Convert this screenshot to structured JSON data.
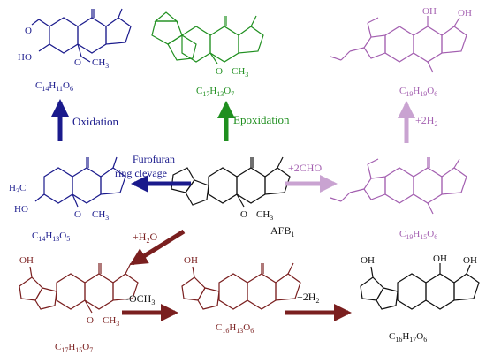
{
  "compounds": {
    "c14h11o6": {
      "formula": {
        "C": "C",
        "n1": "14",
        "H": "H",
        "n2": "11",
        "O": "O",
        "n3": "6"
      },
      "atoms": {
        "ald_o": "O",
        "ho": "HO",
        "ome": "O",
        "ch3": "CH",
        "ch3_n": "3"
      }
    },
    "c17h13o7": {
      "formula": {
        "C": "C",
        "n1": "17",
        "H": "H",
        "n2": "13",
        "O": "O",
        "n3": "7"
      },
      "atoms": {
        "ome": "O",
        "ch3": "CH",
        "ch3_n": "3"
      }
    },
    "c19h19o6": {
      "formula": {
        "C": "C",
        "n1": "19",
        "H": "H",
        "n2": "19",
        "O": "O",
        "n3": "6"
      },
      "atoms": {
        "oh1": "OH",
        "oh2": "OH"
      }
    },
    "c14h13o5": {
      "formula": {
        "C": "C",
        "n1": "14",
        "H": "H",
        "n2": "13",
        "O": "O",
        "n3": "5"
      },
      "atoms": {
        "h3c": "H",
        "h3c_n": "3",
        "h3c_c": "C",
        "ho": "HO",
        "ome": "O",
        "ch3": "CH",
        "ch3_n": "3"
      }
    },
    "afb1": {
      "name": {
        "main": "AFB",
        "sub": "1"
      },
      "atoms": {
        "ome": "O",
        "ch3": "CH",
        "ch3_n": "3"
      }
    },
    "c19h15o6": {
      "formula": {
        "C": "C",
        "n1": "19",
        "H": "H",
        "n2": "15",
        "O": "O",
        "n3": "6"
      }
    },
    "c17h15o7": {
      "formula": {
        "C": "C",
        "n1": "17",
        "H": "H",
        "n2": "15",
        "O": "O",
        "n3": "7"
      },
      "atoms": {
        "oh": "OH",
        "ome": "O",
        "ch3": "CH",
        "ch3_n": "3"
      }
    },
    "c16h13o6": {
      "formula": {
        "C": "C",
        "n1": "16",
        "H": "H",
        "n2": "13",
        "O": "O",
        "n3": "6"
      },
      "atoms": {
        "oh": "OH"
      }
    },
    "c16h17o6": {
      "formula": {
        "C": "C",
        "n1": "16",
        "H": "H",
        "n2": "17",
        "O": "O",
        "n3": "6"
      },
      "atoms": {
        "oh1": "OH",
        "oh2": "OH",
        "oh3": "OH"
      }
    }
  },
  "reactions": {
    "oxidation": "Oxidation",
    "epoxidation": "Epoxidation",
    "plus2h2_top": {
      "pre": "+2H",
      "sub": "2"
    },
    "furofuran_1": "Furofuran",
    "furofuran_2": "ring clevage",
    "plus2cho": "+2CHO",
    "plush2o": {
      "pre": "+H",
      "sub": "2",
      "post": "O"
    },
    "minusoch3": {
      "pre": "-OCH",
      "sub": "3"
    },
    "plus2h2_bottom": {
      "pre": "+2H",
      "sub": "2"
    }
  },
  "colors": {
    "blue": "#1a1a8c",
    "green": "#1f8f1f",
    "violet": "#a35fb0",
    "violet_arrow": "#c9a3d1",
    "black": "#111111",
    "maroon": "#7a1f1f"
  }
}
